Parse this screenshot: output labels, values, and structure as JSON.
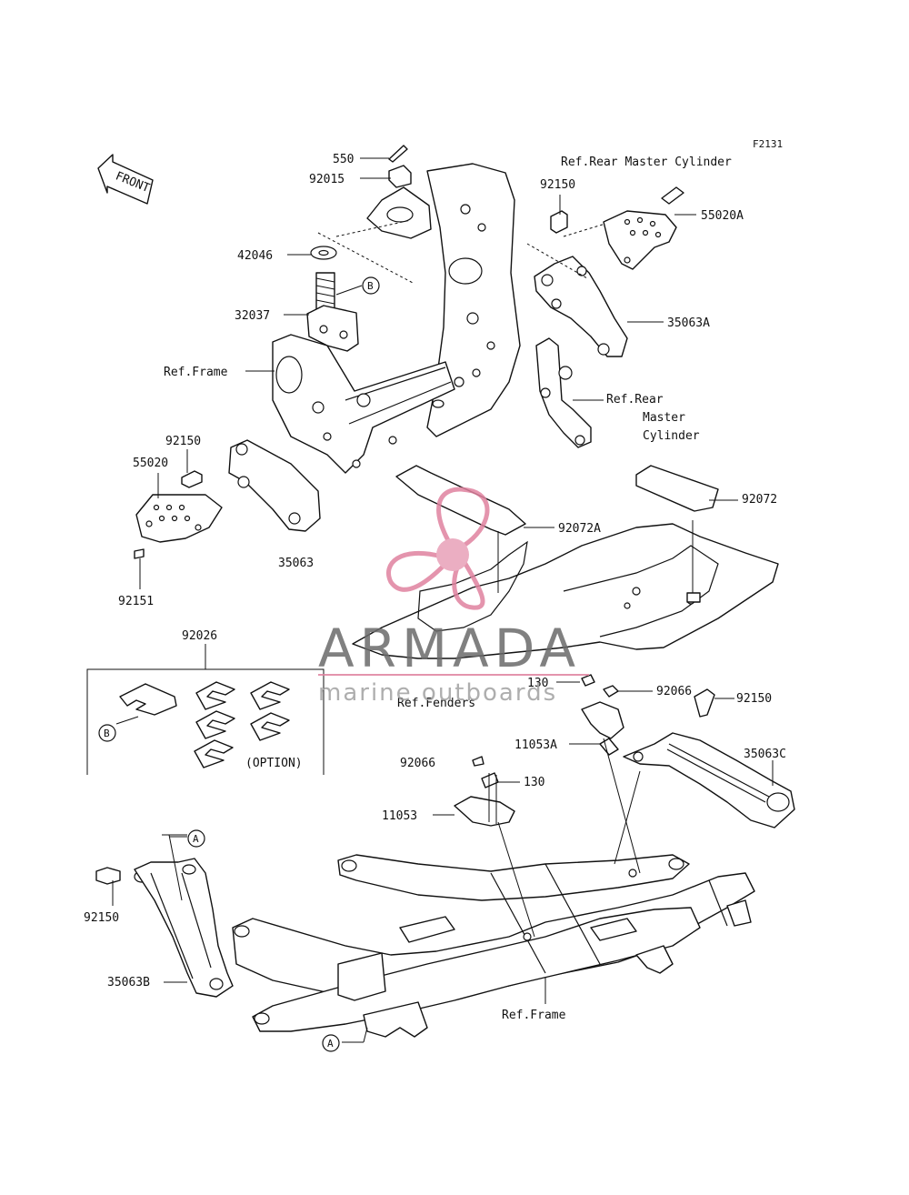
{
  "figure_code": "F2131",
  "front_label": "FRONT",
  "callouts": {
    "p550": "550",
    "p92015": "92015",
    "p42046": "42046",
    "p32037": "32037",
    "ref_frame_top": "Ref.Frame",
    "p92150_a": "92150",
    "p55020": "55020",
    "p92151": "92151",
    "p35063": "35063",
    "ref_rmc_top": "Ref.Rear Master Cylinder",
    "p92150_b": "92150",
    "p55020A": "55020A",
    "p35063A": "35063A",
    "ref_rmc_mid_1": "Ref.Rear",
    "ref_rmc_mid_2": "Master",
    "ref_rmc_mid_3": "Cylinder",
    "p92072": "92072",
    "p92072A": "92072A",
    "p92026": "92026",
    "option": "(OPTION)",
    "p130_a": "130",
    "p92066_a": "92066",
    "ref_fenders": "Ref.Fenders",
    "p92150_c": "92150",
    "p11053A": "11053A",
    "p35063C": "35063C",
    "p92066_b": "92066",
    "p130_b": "130",
    "p11053": "11053",
    "p92150_d": "92150",
    "p35063B": "35063B",
    "ref_frame_bottom": "Ref.Frame"
  },
  "markers": {
    "b1": "B",
    "b2": "B",
    "a1": "A",
    "a2": "A"
  },
  "watermark": {
    "brand": "ARMADA",
    "tagline": "marine outboards",
    "accent_color": "#e0829f"
  }
}
